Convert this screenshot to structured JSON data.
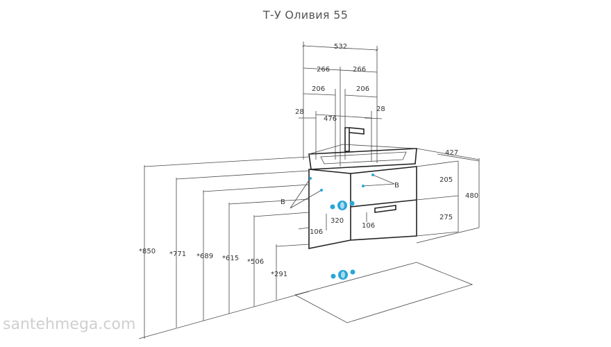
{
  "title": "Т-У Оливия 55",
  "watermark": "santehmega.com",
  "colors": {
    "accent": "#2aa6d9",
    "line": "#333333"
  },
  "dims": {
    "w532": "532",
    "w266a": "266",
    "w266b": "266",
    "w206a": "206",
    "w206b": "206",
    "w28a": "28",
    "w28b": "28",
    "w476": "476",
    "d427": "427",
    "h205": "205",
    "h275": "275",
    "h480": "480",
    "h850": "*850",
    "h771": "*771",
    "h689": "*689",
    "h615": "*615",
    "h506": "*506",
    "h291": "*291",
    "s320": "320",
    "s106a": "106",
    "s106b": "106",
    "labelB1": "B",
    "labelB2": "B"
  }
}
